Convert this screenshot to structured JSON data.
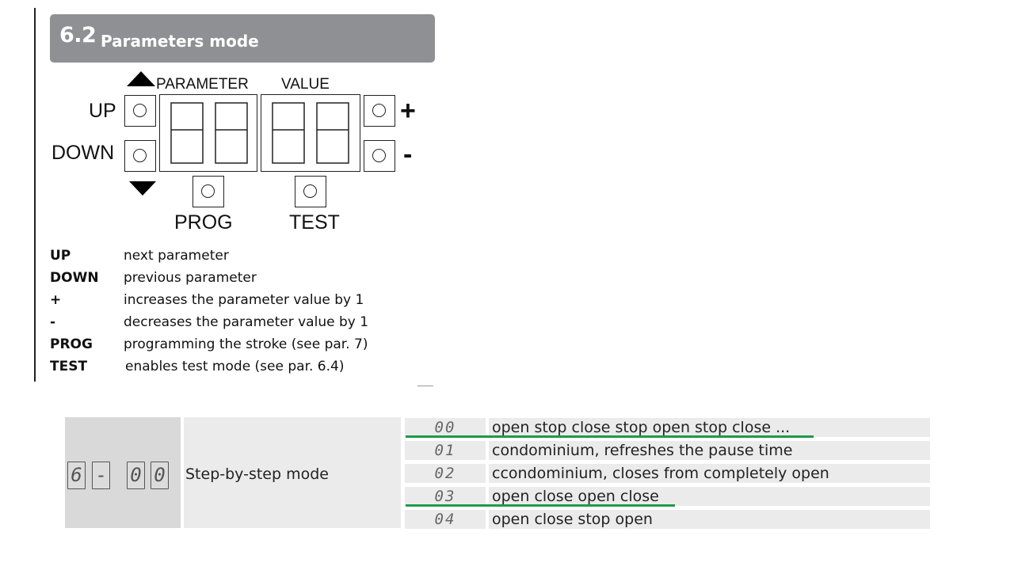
{
  "section": {
    "number": "6.2",
    "title": "Parameters mode"
  },
  "panel": {
    "parameter_label": "PARAMETER",
    "value_label": "VALUE",
    "up_label": "UP",
    "down_label": "DOWN",
    "plus_label": "+",
    "minus_label": "-",
    "prog_label": "PROG",
    "test_label": "TEST"
  },
  "legend": [
    {
      "key": "UP",
      "desc": "next parameter"
    },
    {
      "key": "DOWN",
      "desc": "previous parameter"
    },
    {
      "key": "+",
      "desc": "increases the parameter value by 1"
    },
    {
      "key": "-",
      "desc": "decreases the parameter value by 1"
    },
    {
      "key": "PROG",
      "desc": "programming the stroke (see par. 7)"
    },
    {
      "key": "TEST",
      "desc": "enables test mode (see par. 6.4)"
    }
  ],
  "table": {
    "display": {
      "d1": "6",
      "d2": "-",
      "d3": "0",
      "d4": "0"
    },
    "mode_label": "Step-by-step mode",
    "rows": [
      {
        "code": "00",
        "desc": "open stop close stop open stop close ..."
      },
      {
        "code": "01",
        "desc": "condominium, refreshes the pause time"
      },
      {
        "code": "02",
        "desc": "ccondominium, closes from completely open"
      },
      {
        "code": "03",
        "desc": "open close open close"
      },
      {
        "code": "04",
        "desc": "open close stop open"
      }
    ]
  },
  "colors": {
    "header_bg": "#8f9093",
    "underline": "#1f9a4a"
  }
}
